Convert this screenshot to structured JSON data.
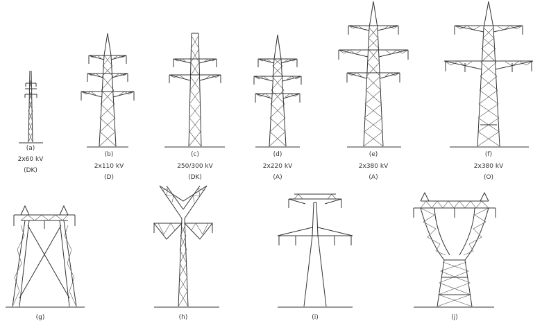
{
  "towers": [
    {
      "id": "a",
      "letter": "(a)",
      "voltage": "2x60 kV",
      "code": "(DK)"
    },
    {
      "id": "b",
      "letter": "(b)",
      "voltage": "2x110 kV",
      "code": "(D)"
    },
    {
      "id": "c",
      "letter": "(c)",
      "voltage": "250/300 kV",
      "code": "(DK)"
    },
    {
      "id": "d",
      "letter": "(d)",
      "voltage": "2x220 kV",
      "code": "(A)"
    },
    {
      "id": "e",
      "letter": "(e)",
      "voltage": "2x380 kV",
      "code": "(A)"
    },
    {
      "id": "f",
      "letter": "(f)",
      "voltage": "2x380 kV",
      "code": "(O)"
    },
    {
      "id": "g",
      "letter": "(g)"
    },
    {
      "id": "h",
      "letter": "(h)"
    },
    {
      "id": "i",
      "letter": "(i)"
    },
    {
      "id": "j",
      "letter": "(j)"
    }
  ],
  "colors": {
    "line": "#333333",
    "lattice": "#555555",
    "background": "#ffffff"
  }
}
